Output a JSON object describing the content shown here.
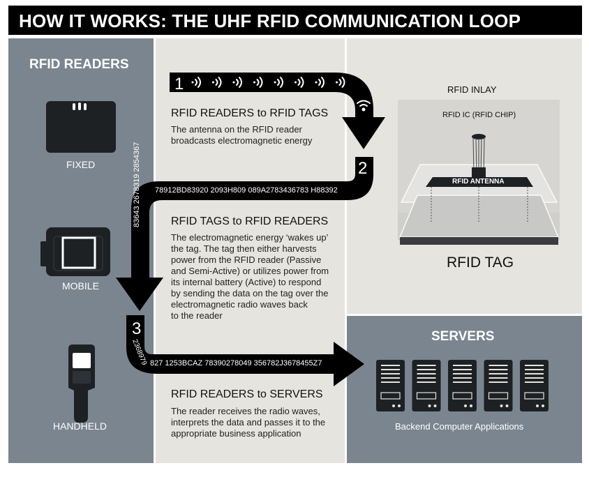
{
  "title": "HOW IT WORKS: THE UHF RFID COMMUNICATION LOOP",
  "readers": {
    "heading": "RFID READERS",
    "devices": {
      "fixed": "FIXED",
      "mobile": "MOBILE",
      "handheld": "HANDHELD"
    }
  },
  "steps": [
    {
      "number": "1",
      "title": "RFID READERS to RFID TAGS",
      "body": [
        "The antenna on the RFID reader",
        "broadcasts electromagnetic energy"
      ]
    },
    {
      "number": "2",
      "title": "RFID TAGS to RFID READERS",
      "body": [
        "The electromagnetic energy ‘wakes up’",
        "the tag. The tag then either harvests",
        "power from the RFID reader (Passive",
        "and Semi-Active) or utilizes power from",
        "its internal battery (Active) to respond",
        "by sending the data on the tag over the",
        "electromagnetic radio waves back",
        "to the reader"
      ]
    },
    {
      "number": "3",
      "title": "RFID READERS to SERVERS",
      "body": [
        "The reader receives the radio waves,",
        "interprets the data and passes it to the",
        "appropriate business application"
      ]
    }
  ],
  "codes": {
    "loop2_horizontal": "78912BD83920 2093H809 089A2783436783 H88392",
    "loop2_vertical": "83643 2678319 2854367",
    "loop3_curve": "2368979",
    "loop3_horizontal": "827 1253BCAZ 78390278049 356782J3678455Z7"
  },
  "tag": {
    "inlay_label": "RFID INLAY",
    "ic_label": "RFID IC (RFID CHIP)",
    "antenna_label": "RFID ANTENNA",
    "tag_label": "RFID TAG"
  },
  "servers": {
    "heading": "SERVERS",
    "caption": "Backend Computer Applications"
  },
  "colors": {
    "panel_dark": "#7b858f",
    "panel_light": "#e5e4df",
    "arrow": "#000000"
  }
}
